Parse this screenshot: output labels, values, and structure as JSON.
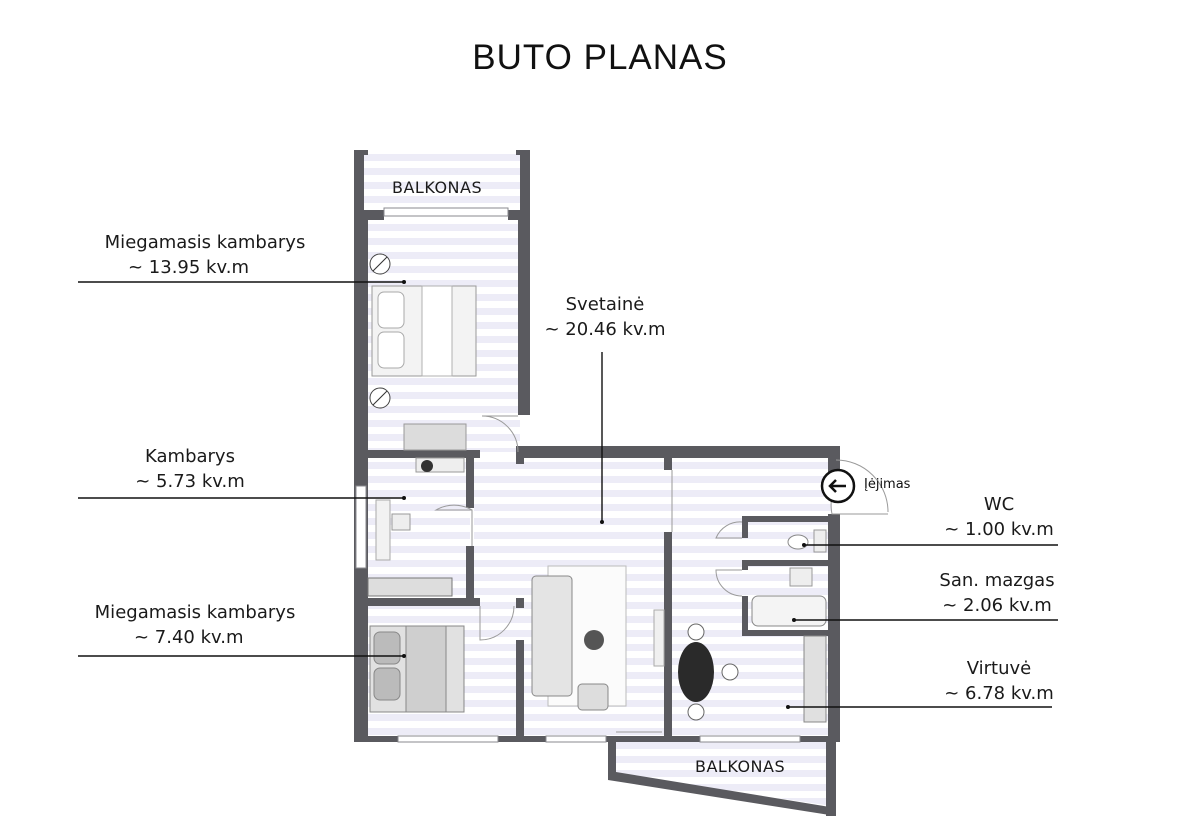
{
  "title": "BUTO PLANAS",
  "entrance": {
    "label": "Įėjimas",
    "icon": "arrow-left-circle-icon"
  },
  "balconies": [
    {
      "name": "BALKONAS"
    },
    {
      "name": "BALKONAS"
    }
  ],
  "rooms": [
    {
      "name": "Miegamasis kambarys",
      "area": "~ 13.95 kv.m"
    },
    {
      "name": "Svetainė",
      "area": "~ 20.46 kv.m"
    },
    {
      "name": "Kambarys",
      "area": "~ 5.73 kv.m"
    },
    {
      "name": "Miegamasis kambarys",
      "area": "~ 7.40 kv.m"
    },
    {
      "name": "WC",
      "area": "~ 1.00 kv.m"
    },
    {
      "name": "San. mazgas",
      "area": "~ 2.06 kv.m"
    },
    {
      "name": "Virtuvė",
      "area": "~ 6.78 kv.m"
    }
  ],
  "colors": {
    "wall": "#5a5a5f",
    "floor_stripe": "#ecebf6",
    "floor": "#ffffff",
    "leader": "#111111"
  }
}
